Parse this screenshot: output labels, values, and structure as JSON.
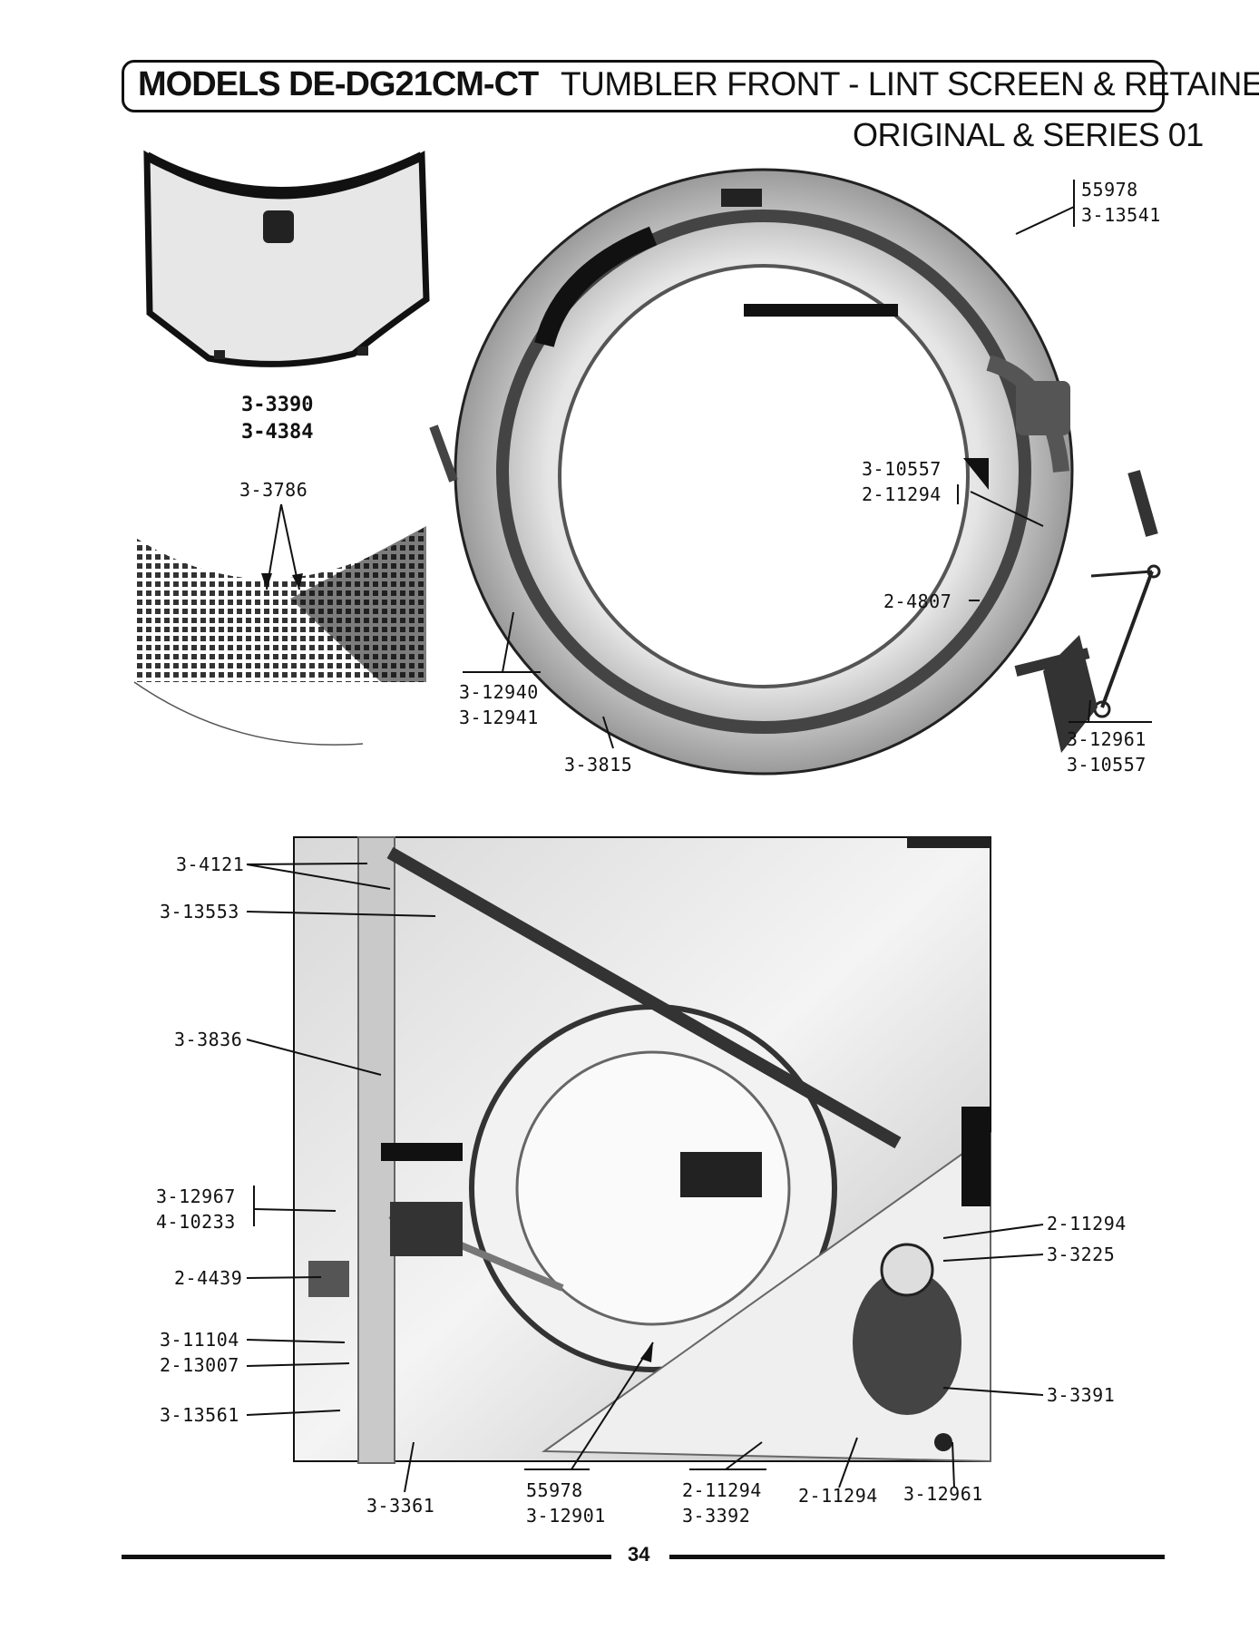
{
  "header": {
    "models": "MODELS DE-DG21CM-CT",
    "section_title": "TUMBLER FRONT - LINT SCREEN & RETAINER",
    "series": "ORIGINAL & SERIES 01"
  },
  "top_figure": {
    "lint_screen_labels": [
      "3-3390",
      "3-4384"
    ],
    "screen_grid_label": "3-3786",
    "callouts": {
      "tumbler_front": [
        "55978",
        "3-13541"
      ],
      "seal": [
        "3-10557",
        "2-11294"
      ],
      "clip": "2-4807",
      "rim": [
        "3-12940",
        "3-12941"
      ],
      "rivet": "3-3815",
      "rod": [
        "3-12961",
        "3-10557"
      ]
    }
  },
  "bottom_figure": {
    "callouts": {
      "bracket": "3-4121",
      "retainer": "3-13553",
      "duct": "3-3836",
      "hinge": [
        "3-12967",
        "4-10233"
      ],
      "latch": "2-4439",
      "screw_a": "3-11104",
      "screw_b": "2-13007",
      "screw_c": "3-13561",
      "panel": "3-3361",
      "front": [
        "55978",
        "3-12901"
      ],
      "mount": [
        "2-11294",
        "3-3392"
      ],
      "bolt": "2-11294",
      "nut": "3-12961",
      "right_top": "2-11294",
      "right_mid": "3-3225",
      "right_low": "3-3391"
    }
  },
  "footer": {
    "page_number": "34"
  }
}
